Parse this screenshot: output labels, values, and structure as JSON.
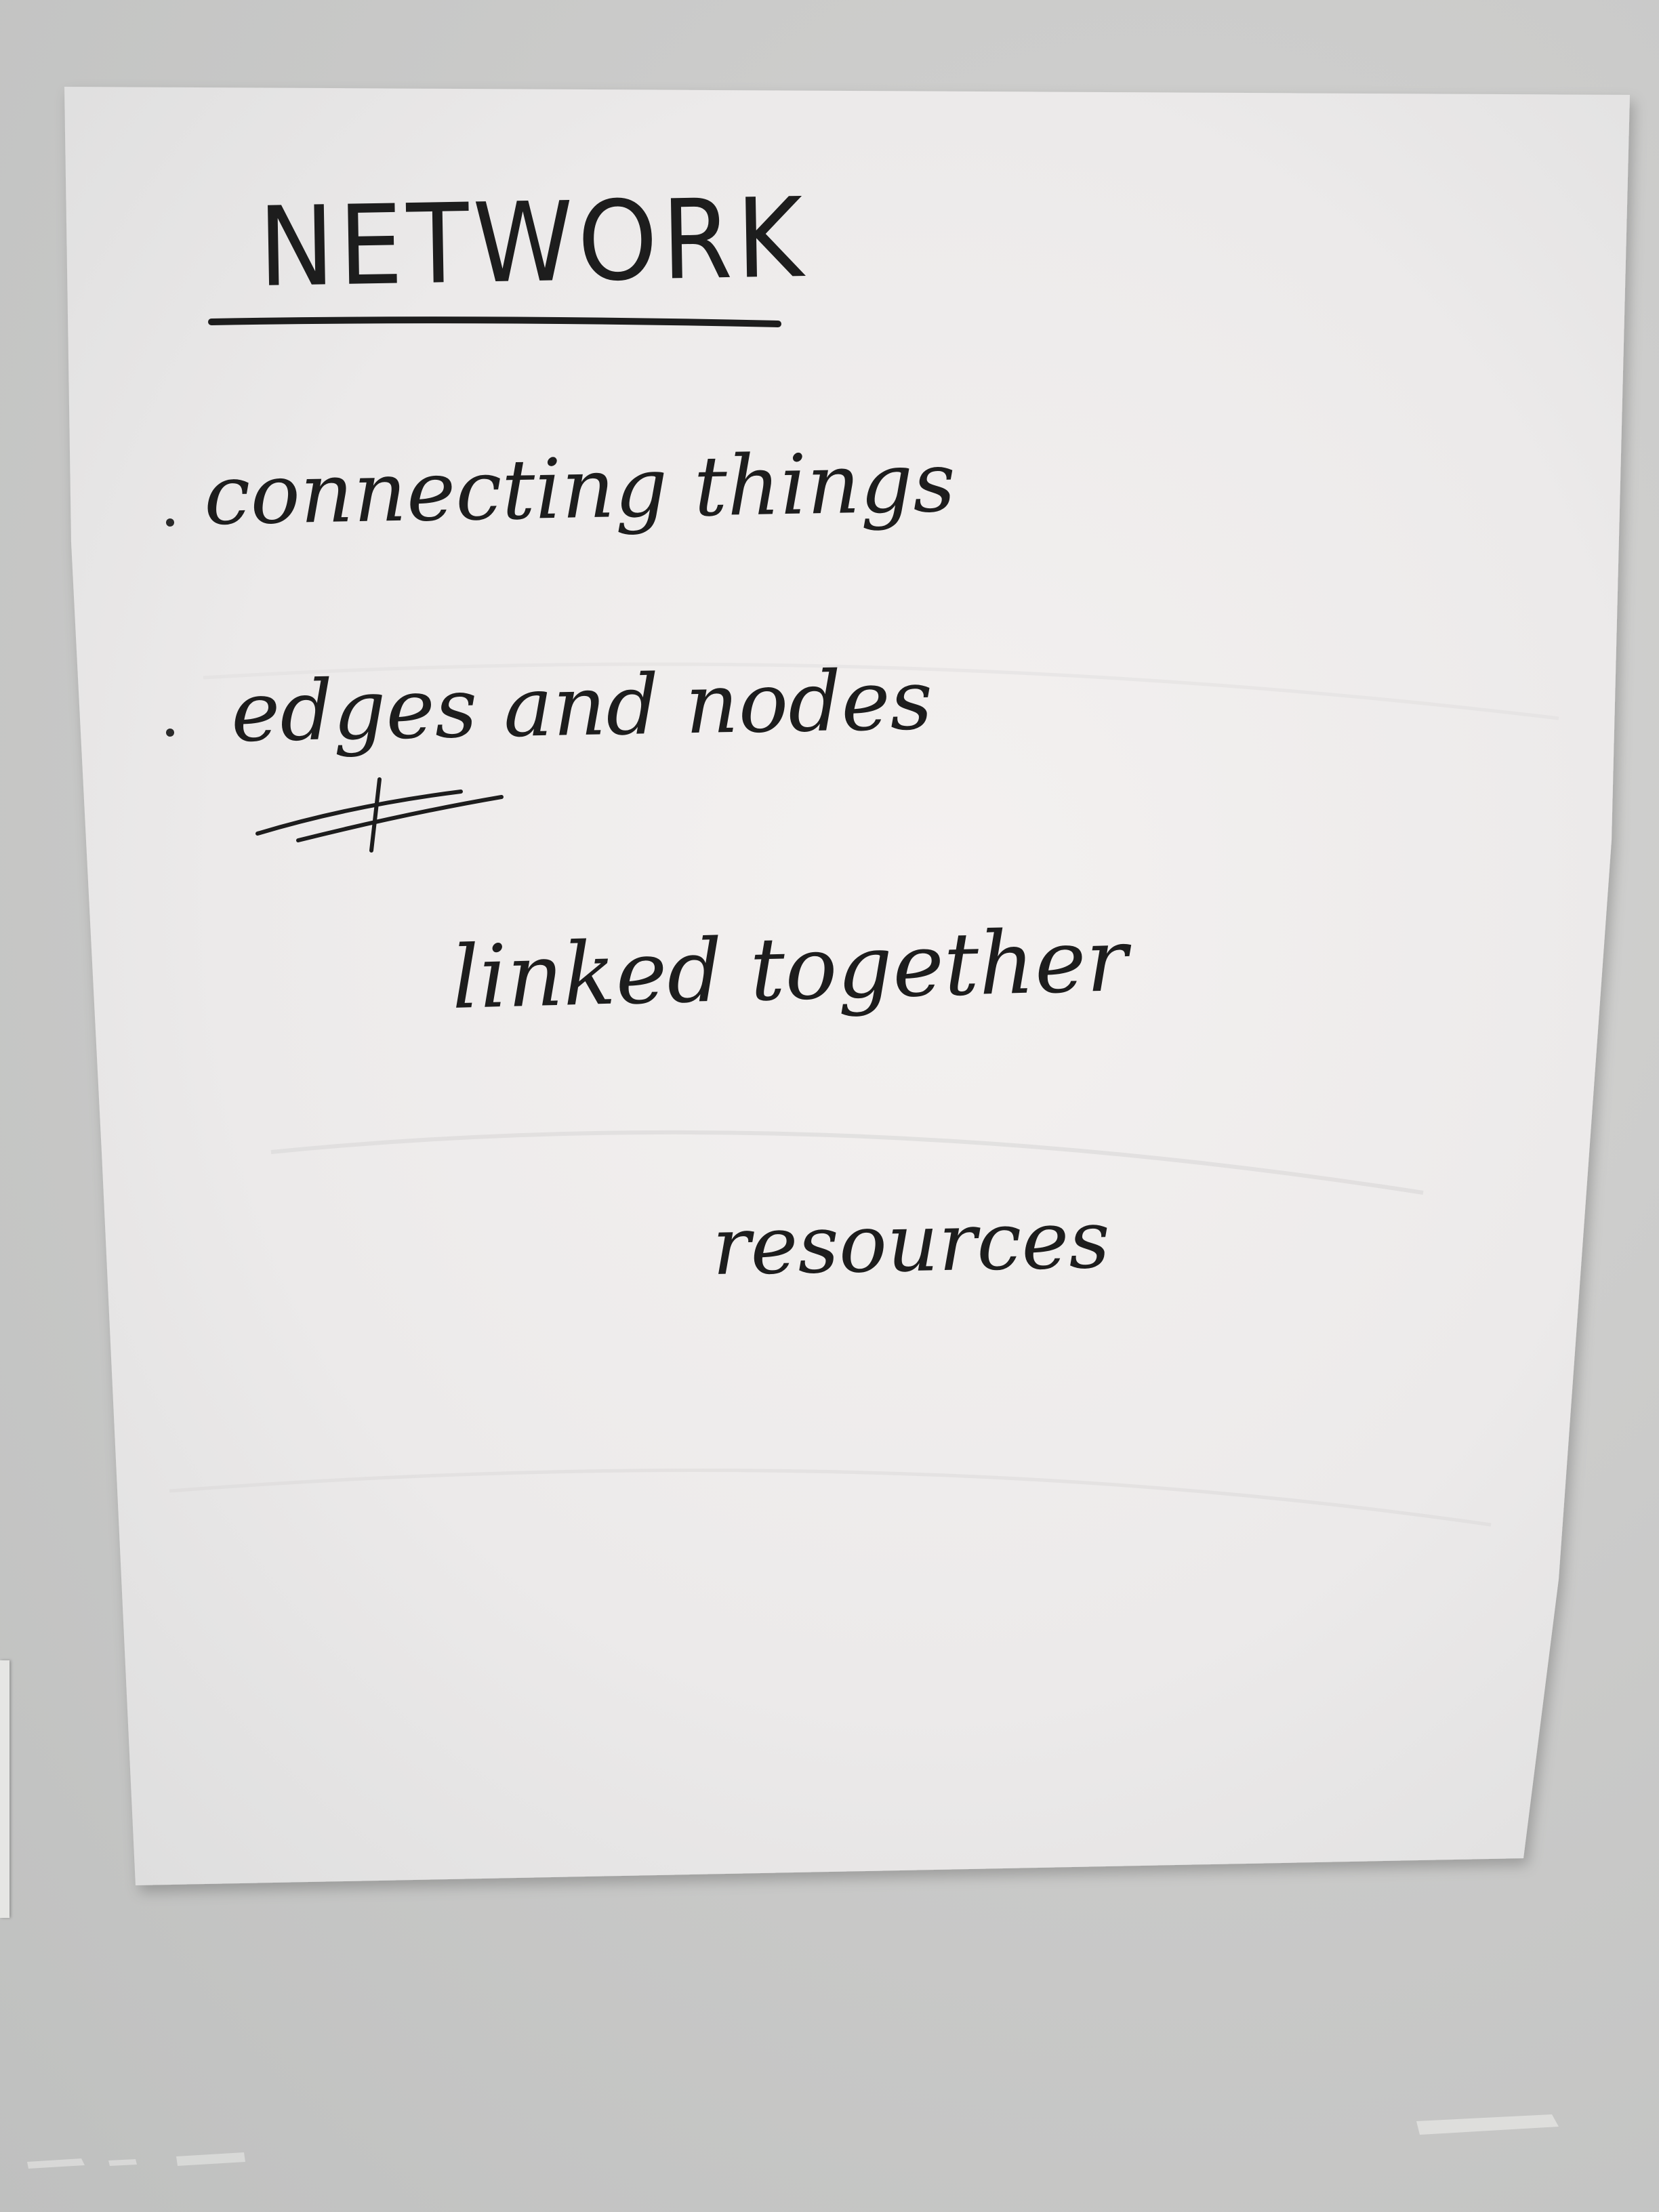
{
  "note": {
    "title": "NETWORK",
    "bullets": [
      "connecting things",
      "edges and nodes"
    ],
    "lines": [
      "linked together",
      "resources"
    ]
  },
  "colors": {
    "wall": "#c9cac9",
    "paper": "#f2f1ef",
    "ink": "#1d1d1d"
  }
}
